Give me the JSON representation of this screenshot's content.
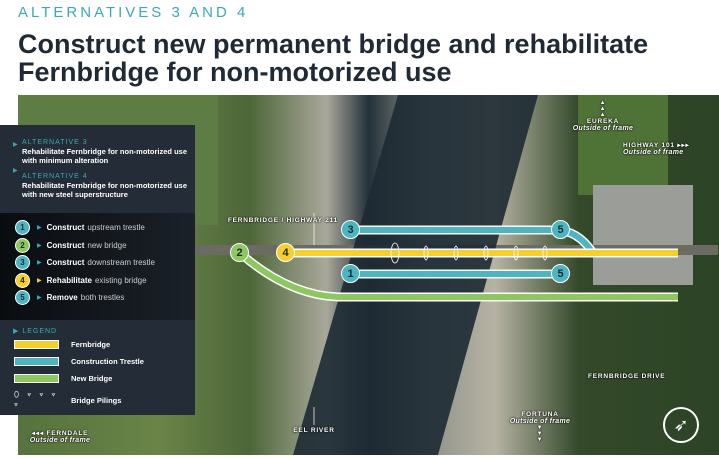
{
  "kicker": "ALTERNATIVES 3 AND 4",
  "title": "Construct new permanent bridge and rehabilitate Fernbridge for non-motorized use",
  "alternatives": [
    {
      "label": "ALTERNATIVE 3",
      "desc": "Rehabilitate Fernbridge for non-motorized use with minimum alteration"
    },
    {
      "label": "ALTERNATIVE 4",
      "desc": "Rehabilitate Fernbridge for non-motorized use with new steel superstructure"
    }
  ],
  "steps": [
    {
      "num": "1",
      "verb": "Construct",
      "rest": "upstream trestle",
      "color": "#4db5bf"
    },
    {
      "num": "2",
      "verb": "Construct",
      "rest": "new bridge",
      "color": "#8cc760"
    },
    {
      "num": "3",
      "verb": "Construct",
      "rest": "downstream trestle",
      "color": "#4db5bf"
    },
    {
      "num": "4",
      "verb": "Rehabilitate",
      "rest": "existing bridge",
      "color": "#f5cf2f"
    },
    {
      "num": "5",
      "verb": "Remove",
      "rest": "both trestles",
      "color": "#4db5bf"
    }
  ],
  "legend": {
    "title": "LEGEND",
    "items": [
      {
        "label": "Fernbridge",
        "color": "#f5cf2f"
      },
      {
        "label": "Construction Trestle",
        "color": "#4db5bf"
      },
      {
        "label": "New Bridge",
        "color": "#8cc760"
      },
      {
        "label": "Bridge Pilings"
      }
    ]
  },
  "map": {
    "eureka": {
      "name": "EUREKA",
      "sub": "Outside of frame"
    },
    "hwy101": {
      "name": "HIGHWAY 101",
      "sub": "Outside of frame"
    },
    "fernbridge_hwy": "FERNBRIDGE / HIGHWAY 211",
    "fernbridge_drive": "FERNBRIDGE DRIVE",
    "eel_river": "EEL RIVER",
    "ferndale": {
      "name": "FERNDALE",
      "sub": "Outside of frame"
    },
    "fortuna": {
      "name": "FORTUNA",
      "sub": "Outside of frame"
    },
    "badges": {
      "b1": "1",
      "b2": "2",
      "b3": "3",
      "b4": "4",
      "b5a": "5",
      "b5b": "5"
    }
  }
}
